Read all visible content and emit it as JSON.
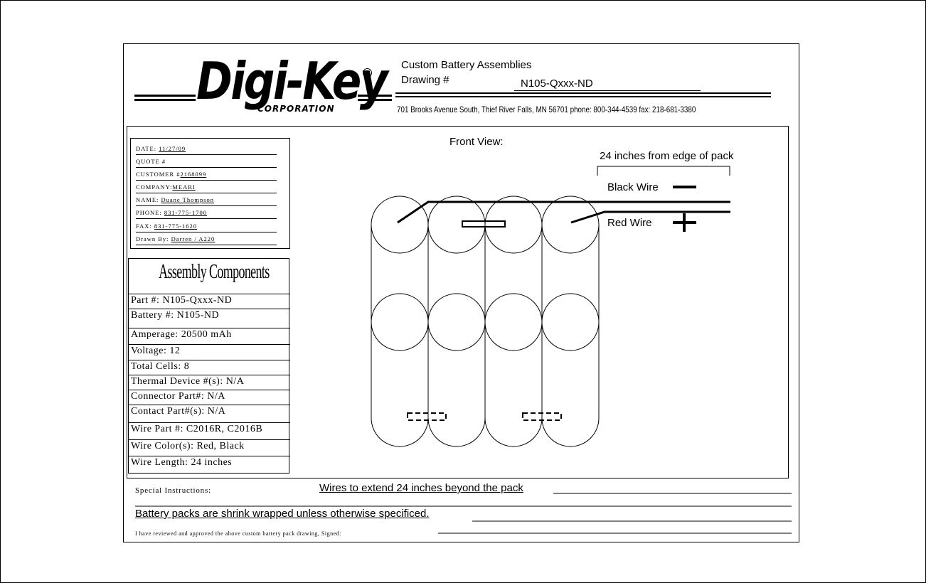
{
  "logo": {
    "wordmark": "Digi-Key",
    "subtitle": "CORPORATION",
    "registered": "R"
  },
  "header": {
    "title": "Custom Battery Assemblies",
    "drawing_label": "Drawing #",
    "drawing_number": "N105-Qxxx-ND",
    "address": "701 Brooks Avenue South, Thief River Falls, MN 56701 phone: 800-344-4539   fax: 218-681-3380"
  },
  "info": {
    "date_label": "DATE: ",
    "date_value": "11/27/09",
    "quote_label": "QUOTE #",
    "quote_value": "",
    "customer_label": "CUSTOMER #",
    "customer_value": "2168099",
    "company_label": "COMPANY:",
    "company_value": "MEARI",
    "name_label": "NAME: ",
    "name_value": "Duane Thompson",
    "phone_label": "PHONE: ",
    "phone_value": "831-775-1700",
    "fax_label": "FAX: ",
    "fax_value": "831-775-1620",
    "drawn_label": "Drawn By: ",
    "drawn_value": "Darren / A220"
  },
  "components": {
    "title": "Assembly Components",
    "rows": [
      "Part #: N105-Qxxx-ND",
      "Battery #: N105-ND",
      "Amperage: 20500 mAh",
      "Voltage: 12",
      "Total Cells: 8",
      "Thermal Device #(s): N/A",
      "Connector Part#: N/A",
      "Contact Part#(s): N/A",
      "Wire Part #: C2016R, C2016B",
      "Wire Color(s): Red, Black",
      "Wire Length: 24 inches"
    ]
  },
  "drawing": {
    "front_view": "Front View:",
    "distance_label": "24 inches from edge of pack",
    "black_wire": "Black Wire",
    "red_wire": "Red Wire"
  },
  "footer": {
    "special_label": "Special Instructions:",
    "special_text": "Wires to extend 24 inches beyond the pack",
    "shrink_text": "Battery packs are shrink wrapped unless otherwise specificed.",
    "approve_text": "I have reviewed and approved the above custom battery pack drawing,   Signed:"
  }
}
